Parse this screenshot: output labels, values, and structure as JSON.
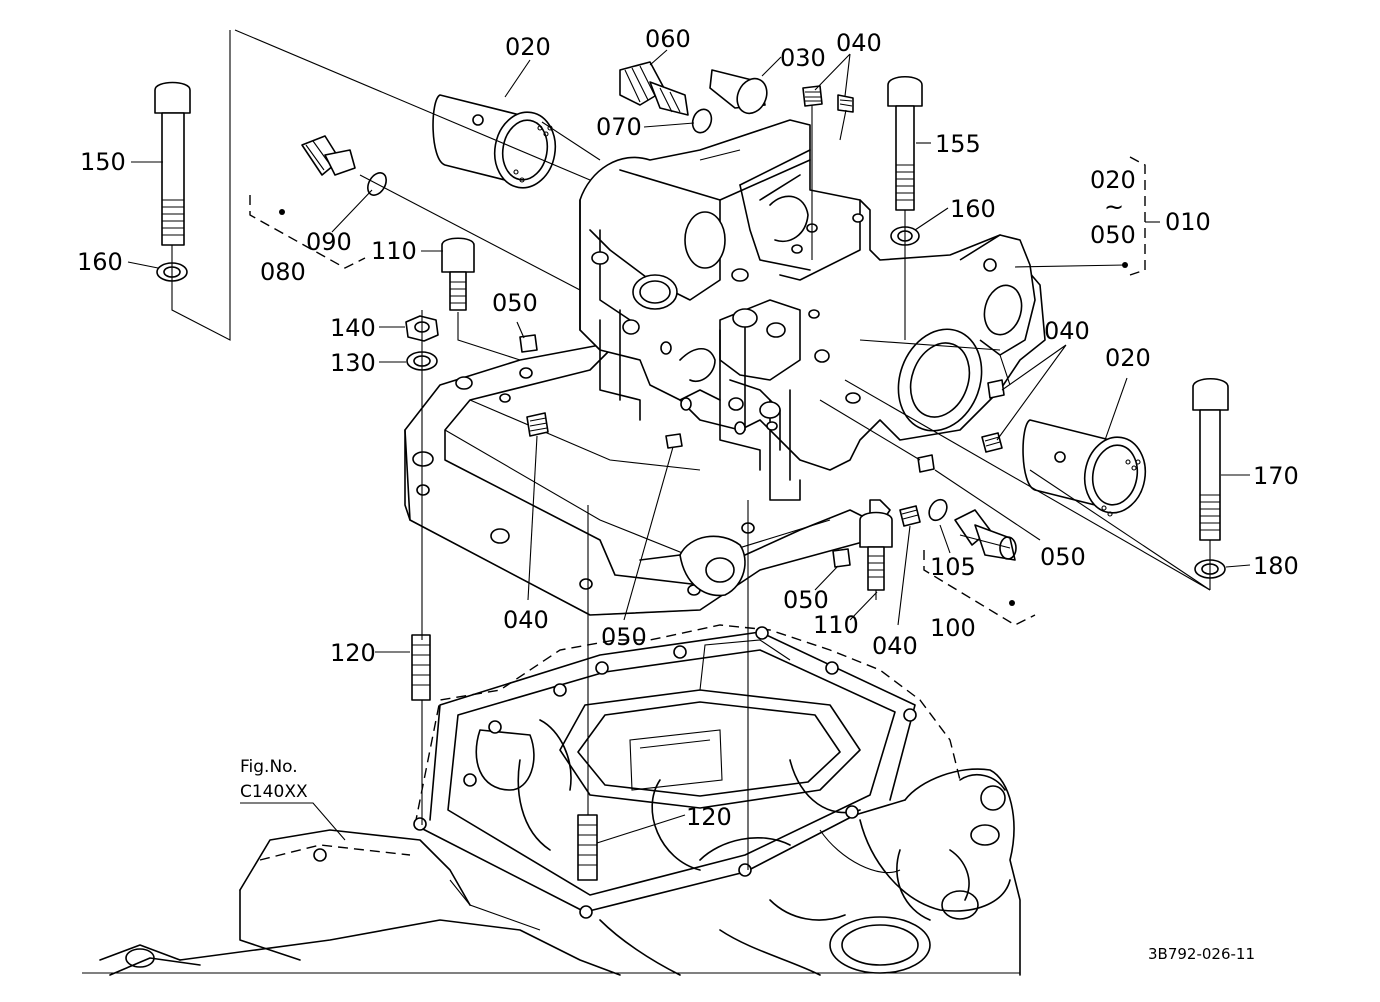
{
  "diagram": {
    "drawing_number": "3B792-026-11",
    "figure_reference": {
      "label": "Fig.No.",
      "number": "C140XX"
    },
    "assembly_bracket": {
      "range_top": "020",
      "range_sep": "~",
      "range_bottom": "050",
      "assembly": "010"
    },
    "callouts": [
      {
        "id": "c020a",
        "label": "020"
      },
      {
        "id": "c060",
        "label": "060"
      },
      {
        "id": "c030",
        "label": "030"
      },
      {
        "id": "c040a",
        "label": "040"
      },
      {
        "id": "c070",
        "label": "070"
      },
      {
        "id": "c150",
        "label": "150"
      },
      {
        "id": "c155",
        "label": "155"
      },
      {
        "id": "c160a",
        "label": "160"
      },
      {
        "id": "c160b",
        "label": "160"
      },
      {
        "id": "c090",
        "label": "090"
      },
      {
        "id": "c080",
        "label": "080"
      },
      {
        "id": "c110a",
        "label": "110"
      },
      {
        "id": "c050a",
        "label": "050"
      },
      {
        "id": "c140",
        "label": "140"
      },
      {
        "id": "c130",
        "label": "130"
      },
      {
        "id": "c040b",
        "label": "040"
      },
      {
        "id": "c020b",
        "label": "020"
      },
      {
        "id": "c170",
        "label": "170"
      },
      {
        "id": "c180",
        "label": "180"
      },
      {
        "id": "c050b",
        "label": "050"
      },
      {
        "id": "c105",
        "label": "105"
      },
      {
        "id": "c100",
        "label": "100"
      },
      {
        "id": "c040c",
        "label": "040"
      },
      {
        "id": "c110b",
        "label": "110"
      },
      {
        "id": "c050c",
        "label": "050"
      },
      {
        "id": "c040d",
        "label": "040"
      },
      {
        "id": "c050d",
        "label": "050"
      },
      {
        "id": "c120a",
        "label": "120"
      },
      {
        "id": "c120b",
        "label": "120"
      }
    ]
  }
}
